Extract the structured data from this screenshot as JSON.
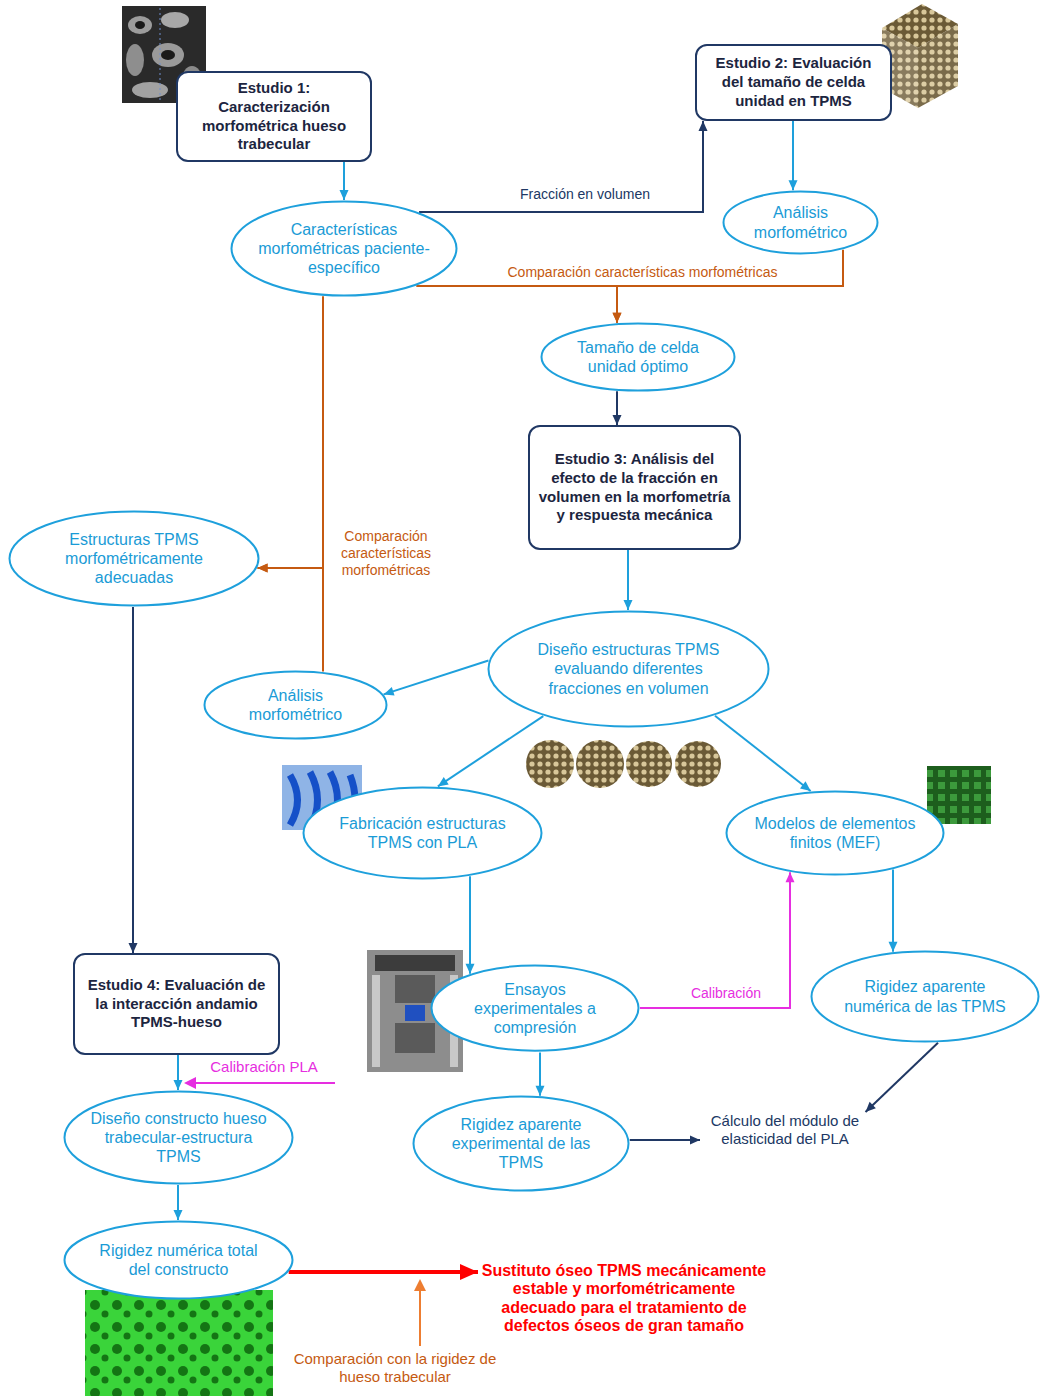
{
  "diagram": {
    "nodes": [
      {
        "text": [
          "Estudio 1: Caracterización morfométrica hueso trabecular"
        ]
      },
      {
        "text": [
          "Estudio 2: Evaluación del tamaño de celda unidad en TPMS"
        ]
      },
      {
        "text": [
          "Características morfométricas paciente-específico"
        ]
      },
      {
        "text": [
          "Análisis morfométrico"
        ]
      },
      {
        "text": [
          "Tamaño de celda unidad óptimo"
        ]
      },
      {
        "text": [
          "Estudio 3: Análisis del efecto de la fracción en volumen en la morfometría y respuesta mecánica"
        ]
      },
      {
        "text": [
          "Estructuras TPMS morfométricamente adecuadas"
        ]
      },
      {
        "text": [
          "Análisis morfométrico"
        ]
      },
      {
        "text": [
          "Diseño estructuras TPMS evaluando diferentes fracciones en volumen"
        ]
      },
      {
        "text": [
          "Fabricación estructuras TPMS con PLA"
        ]
      },
      {
        "text": [
          "Modelos de elementos finitos (MEF)"
        ]
      },
      {
        "text": [
          "Estudio 4: Evaluación de la interacción andamio TPMS-hueso"
        ]
      },
      {
        "text": [
          "Ensayos experimentales a compresión"
        ]
      },
      {
        "text": [
          "Rigidez aparente numérica de las TPMS"
        ]
      },
      {
        "text": [
          "Diseño constructo hueso trabecular-estructura TPMS"
        ]
      },
      {
        "text": [
          "Rigidez aparente experimental de las TPMS"
        ]
      },
      {
        "text": [
          "Rigidez numérica total del constructo"
        ]
      },
      {
        "text": [
          "Sustituto óseo TPMS mecánicamente estable y morfométricamente adecuado para el tratamiento de defectos óseos de gran tamaño"
        ]
      },
      {
        "text": [
          "Cálculo del módulo de elasticidad del PLA"
        ]
      }
    ],
    "edges": [
      {
        "from": 0,
        "to": 2,
        "arrow": "to"
      },
      {
        "from": 2,
        "to": 1,
        "arrow": "to",
        "label": "Fracción en volumen"
      },
      {
        "from": 1,
        "to": 3,
        "arrow": "to"
      },
      {
        "from": 2,
        "to": 4,
        "arrow": "to"
      },
      {
        "from": 3,
        "to": 4,
        "arrow": "to",
        "label": "Comparación características morfométricas"
      },
      {
        "from": 4,
        "to": 5,
        "arrow": "to"
      },
      {
        "from": 5,
        "to": 8,
        "arrow": "to"
      },
      {
        "from": 8,
        "to": 7,
        "arrow": "to"
      },
      {
        "from": 2,
        "to": 6,
        "arrow": "to"
      },
      {
        "from": 7,
        "to": 6,
        "arrow": "to",
        "label": "Comparación características morfométricas"
      },
      {
        "from": 6,
        "to": 11,
        "arrow": "to"
      },
      {
        "from": 8,
        "to": 9,
        "arrow": "to"
      },
      {
        "from": 8,
        "to": 10,
        "arrow": "to"
      },
      {
        "from": 9,
        "to": 12,
        "arrow": "to"
      },
      {
        "from": 10,
        "to": 13,
        "arrow": "to"
      },
      {
        "from": 12,
        "to": 10,
        "arrow": "to",
        "label": "Calibración"
      },
      {
        "from": 12,
        "to": 15,
        "arrow": "to"
      },
      {
        "from": 15,
        "to": 18,
        "arrow": "to"
      },
      {
        "from": 13,
        "to": 18,
        "arrow": "to"
      },
      {
        "from": 11,
        "to": 14,
        "arrow": "to"
      },
      {
        "from": 14,
        "to": 16,
        "arrow": "to"
      },
      {
        "from": 16,
        "to": 17,
        "arrow": "to"
      }
    ],
    "labels": [
      "Calibración PLA",
      "Comparación con la rigidez de hueso trabecular"
    ]
  }
}
